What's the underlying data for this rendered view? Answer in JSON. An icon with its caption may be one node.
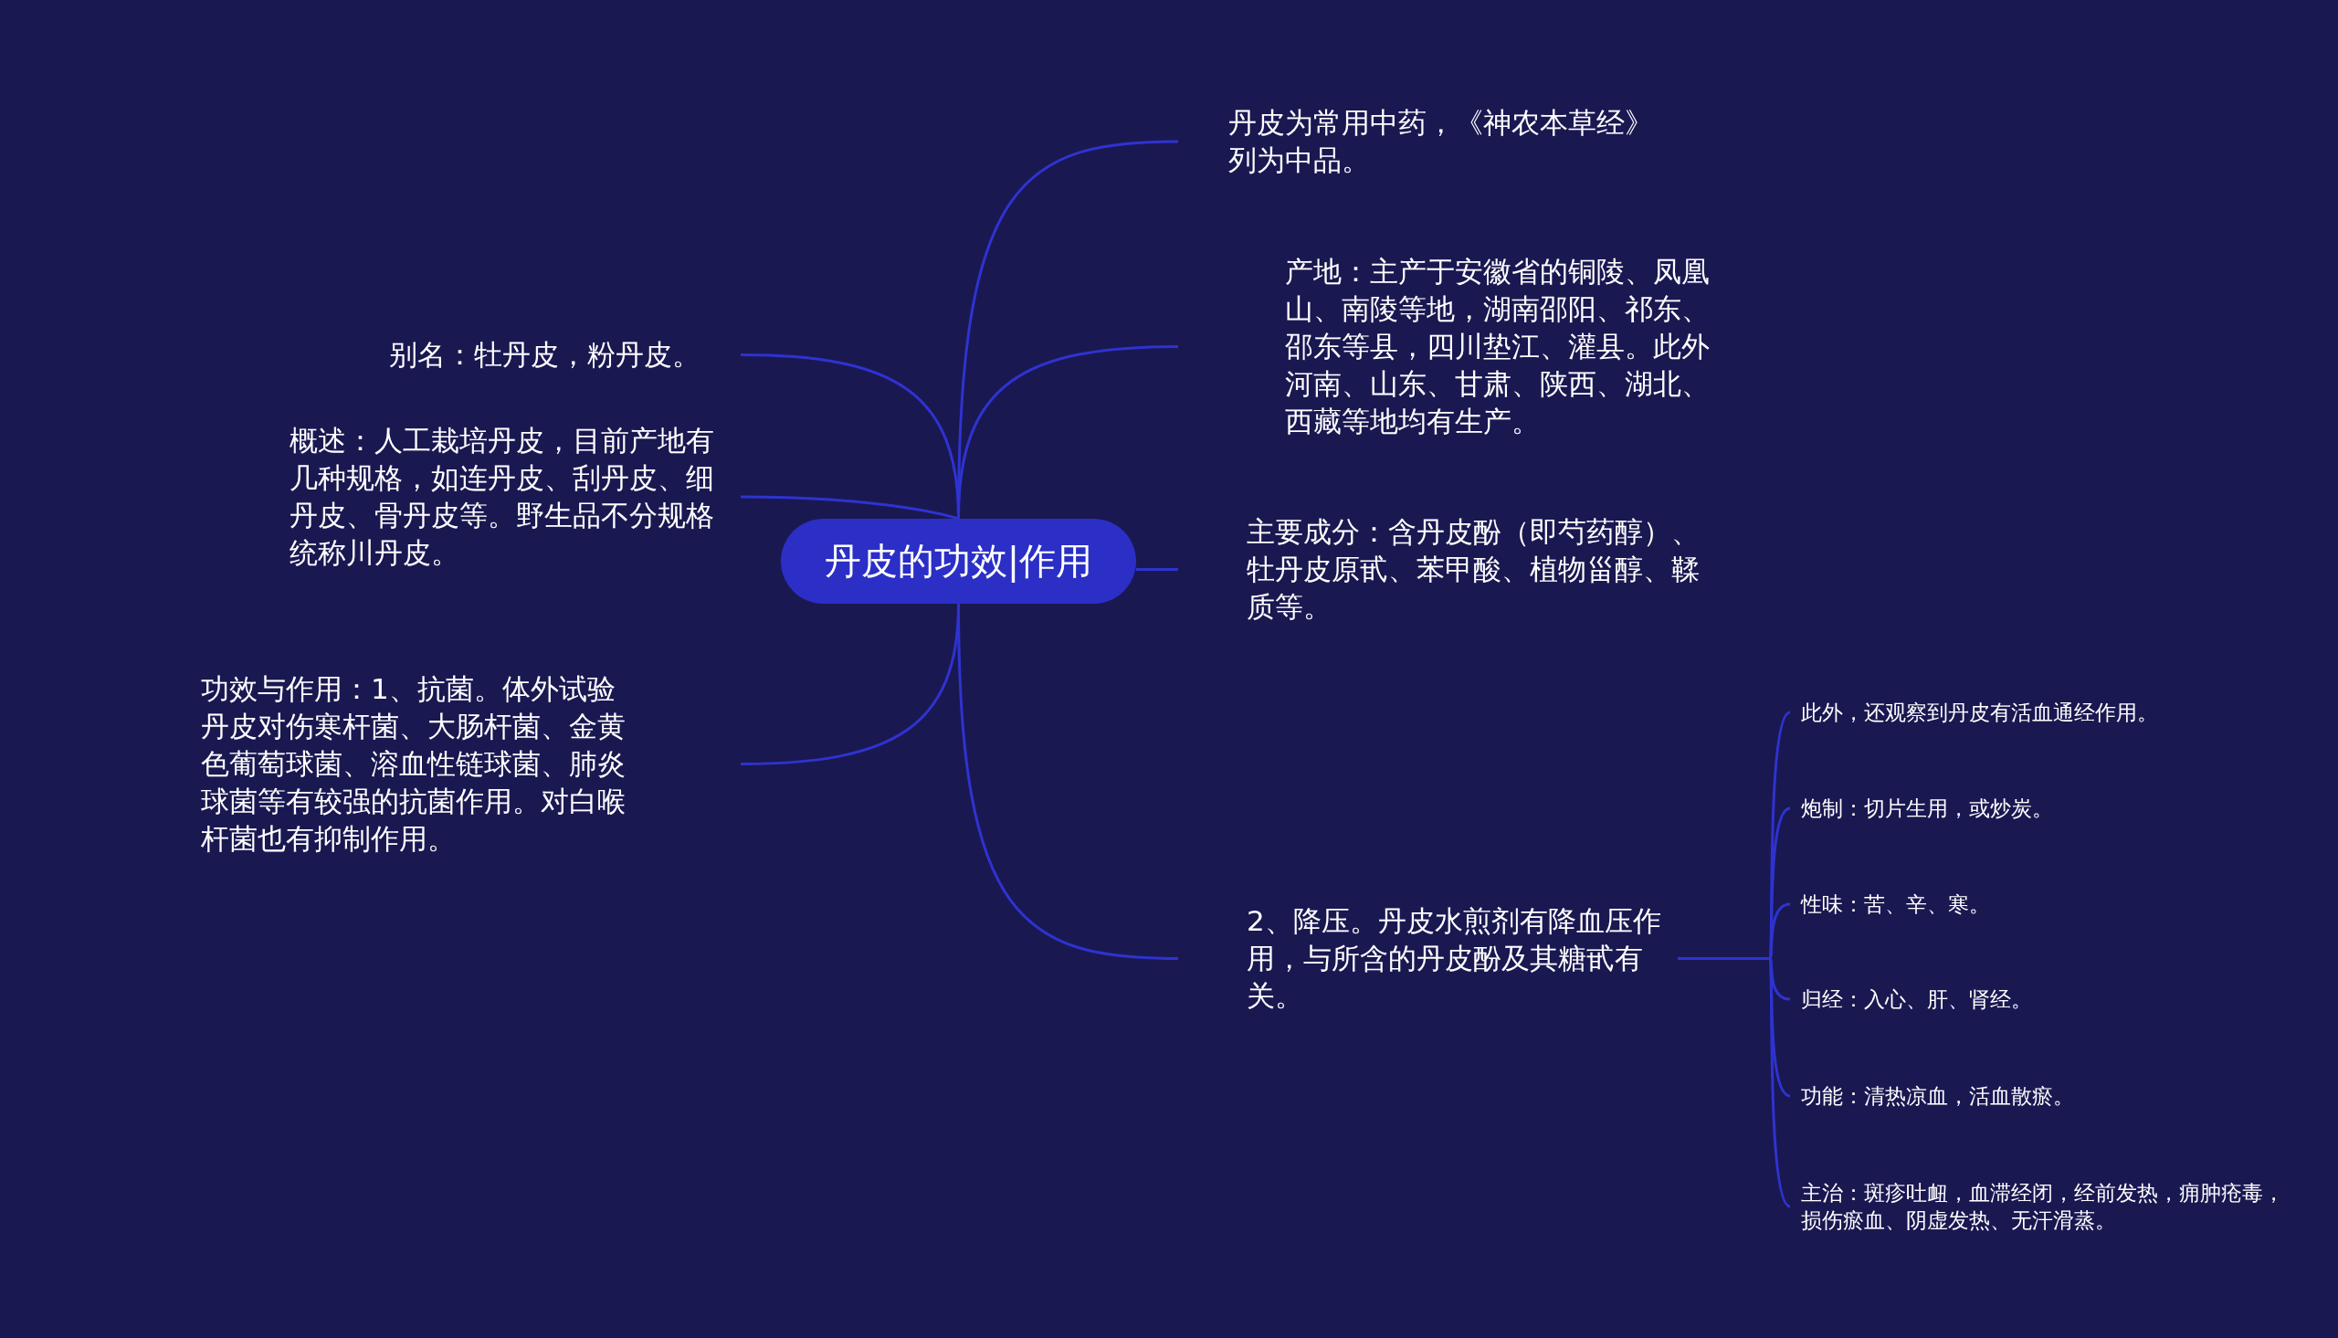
{
  "diagram": {
    "nodes": [
      {
        "text": [
          "丹皮的功效|作用"
        ]
      },
      {
        "text": [
          "丹皮为常用中药，《神农本草经》列为中品。"
        ]
      },
      {
        "text": [
          "产地：主产于安徽省的铜陵、凤凰山、南陵等地，湖南邵阳、祁东、邵东等县，四川垫江、灌县。此外河南、山东、甘肃、陕西、湖北、西藏等地均有生产。"
        ]
      },
      {
        "text": [
          "主要成分：含丹皮酚（即芍药醇）、牡丹皮原甙、苯甲酸、植物甾醇、鞣质等。"
        ]
      },
      {
        "text": [
          "2、降压。丹皮水煎剂有降血压作用，与所含的丹皮酚及其糖甙有关。"
        ]
      },
      {
        "text": [
          "别名：牡丹皮，粉丹皮。"
        ]
      },
      {
        "text": [
          "概述：人工栽培丹皮，目前产地有几种规格，如连丹皮、刮丹皮、细丹皮、骨丹皮等。野生品不分规格统称川丹皮。"
        ]
      },
      {
        "text": [
          "功效与作用：1、抗菌。体外试验丹皮对伤寒杆菌、大肠杆菌、金黄色葡萄球菌、溶血性链球菌、肺炎球菌等有较强的抗菌作用。对白喉杆菌也有抑制作用。"
        ]
      },
      {
        "text": [
          "此外，还观察到丹皮有活血通经作用。"
        ]
      },
      {
        "text": [
          "炮制：切片生用，或炒炭。"
        ]
      },
      {
        "text": [
          "性味：苦、辛、寒。"
        ]
      },
      {
        "text": [
          "归经：入心、肝、肾经。"
        ]
      },
      {
        "text": [
          "功能：清热凉血，活血散瘀。"
        ]
      },
      {
        "text": [
          "主治：斑疹吐衄，血滞经闭，经前发热，痈肿疮毒，损伤瘀血、阴虚发热、无汗滑蒸。"
        ]
      }
    ],
    "edges": [
      {
        "from": 0,
        "to": 1,
        "arrow": "none"
      },
      {
        "from": 0,
        "to": 2,
        "arrow": "none"
      },
      {
        "from": 0,
        "to": 3,
        "arrow": "none"
      },
      {
        "from": 0,
        "to": 4,
        "arrow": "none"
      },
      {
        "from": 0,
        "to": 5,
        "arrow": "none"
      },
      {
        "from": 0,
        "to": 6,
        "arrow": "none"
      },
      {
        "from": 0,
        "to": 7,
        "arrow": "none"
      },
      {
        "from": 4,
        "to": 8,
        "arrow": "none"
      },
      {
        "from": 4,
        "to": 9,
        "arrow": "none"
      },
      {
        "from": 4,
        "to": 10,
        "arrow": "none"
      },
      {
        "from": 4,
        "to": 11,
        "arrow": "none"
      },
      {
        "from": 4,
        "to": 12,
        "arrow": "none"
      },
      {
        "from": 4,
        "to": 13,
        "arrow": "none"
      }
    ]
  }
}
